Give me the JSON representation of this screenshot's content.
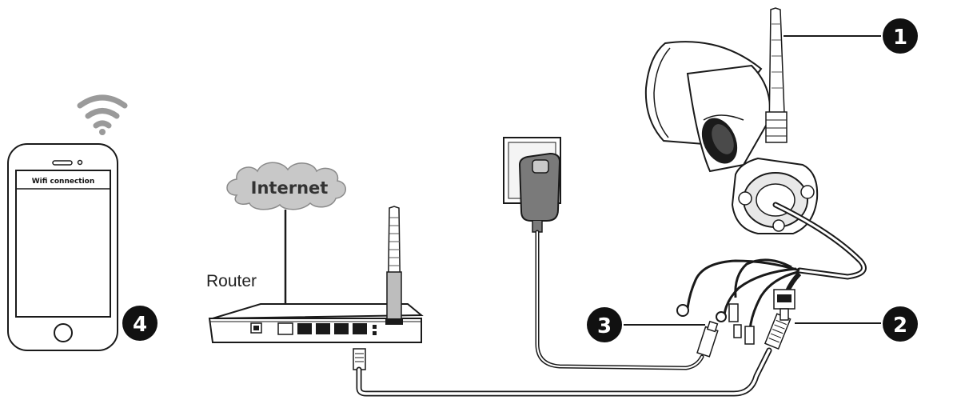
{
  "phone": {
    "screen_title": "Wifi connection"
  },
  "cloud": {
    "label": "Internet"
  },
  "router": {
    "label": "Router"
  },
  "callouts": [
    {
      "id": "antenna",
      "number": "1"
    },
    {
      "id": "network-port",
      "number": "2"
    },
    {
      "id": "power-port",
      "number": "3"
    },
    {
      "id": "phone",
      "number": "4"
    }
  ],
  "icons": [
    "wifi-icon",
    "smartphone-icon",
    "cloud-icon",
    "router-icon",
    "power-adapter-icon",
    "camera-icon",
    "ethernet-cable-icon"
  ],
  "colors": {
    "line": "#1a1a1a",
    "cloud_fill": "#c8c8c8",
    "badge": "#111111"
  }
}
